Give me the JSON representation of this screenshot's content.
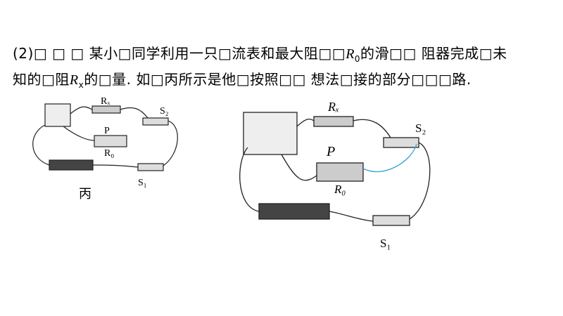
{
  "question": {
    "line1_a": "(2)□ □ □ 某小□同学利用一只□流表和最大阻□□",
    "line1_r": "R",
    "line1_sub": "0",
    "line1_b": "的滑□□ 阻器完成□未",
    "line2_a": "知的□阻",
    "line2_r": "R",
    "line2_sub": "x",
    "line2_b": "的□量.  如□丙所示是他□按照□□ 想法□接的部分□□□路."
  },
  "figure": {
    "caption": "丙",
    "labels": {
      "rx": "Rx",
      "s2": "S2",
      "p": "P",
      "r0": "R0",
      "s1": "S1"
    }
  }
}
